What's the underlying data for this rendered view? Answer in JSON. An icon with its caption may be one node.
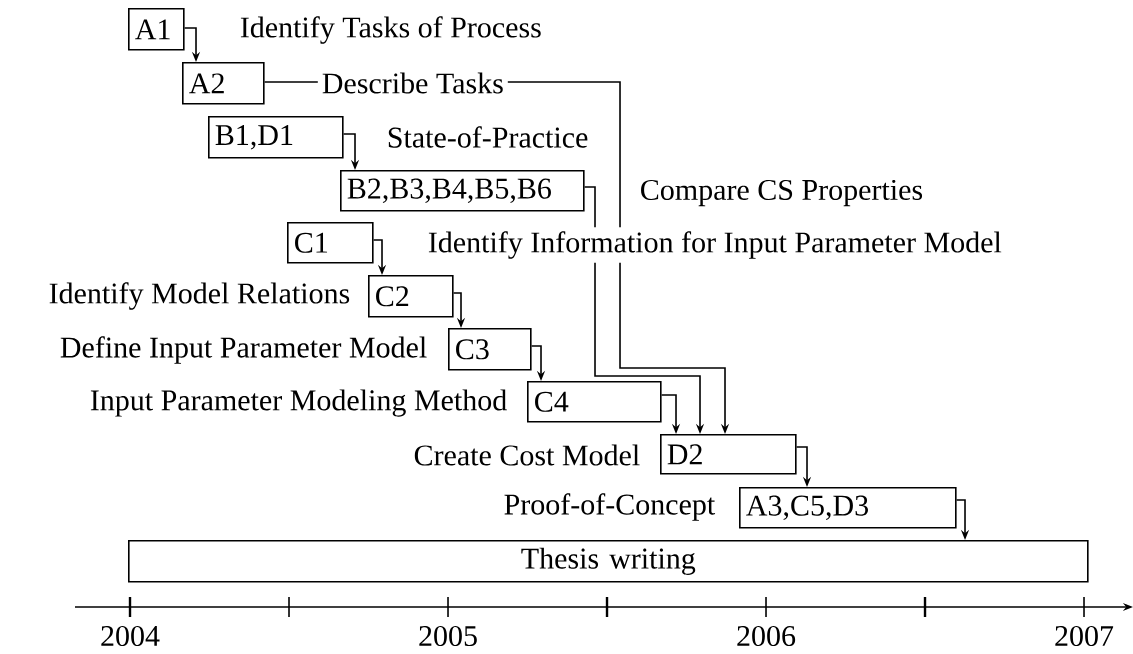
{
  "diagram": {
    "nodes": [
      {
        "text": [
          "A1"
        ]
      },
      {
        "text": [
          "A2"
        ]
      },
      {
        "text": [
          "B1,D1"
        ]
      },
      {
        "text": [
          "B2,B3,B4,B5,B6"
        ]
      },
      {
        "text": [
          "C1"
        ]
      },
      {
        "text": [
          "C2"
        ]
      },
      {
        "text": [
          "C3"
        ]
      },
      {
        "text": [
          "C4"
        ]
      },
      {
        "text": [
          "D2"
        ]
      },
      {
        "text": [
          "A3,C5,D3"
        ]
      },
      {
        "text": [
          "Thesis writing"
        ]
      }
    ],
    "edges": [
      {
        "from": 0,
        "to": 1,
        "arrow": "to"
      },
      {
        "from": 2,
        "to": 3,
        "arrow": "to"
      },
      {
        "from": 4,
        "to": 5,
        "arrow": "to"
      },
      {
        "from": 5,
        "to": 6,
        "arrow": "to"
      },
      {
        "from": 6,
        "to": 7,
        "arrow": "to"
      },
      {
        "from": 7,
        "to": 8,
        "arrow": "to"
      },
      {
        "from": 1,
        "to": 8,
        "arrow": "to"
      },
      {
        "from": 3,
        "to": 8,
        "arrow": "to"
      },
      {
        "from": 8,
        "to": 9,
        "arrow": "to"
      },
      {
        "from": 9,
        "to": 10,
        "arrow": "to"
      }
    ],
    "labels": [
      "Identify Tasks of Process",
      "Describe Tasks",
      "State-of-Practice",
      "Compare CS Properties",
      "Identify Information for Input Parameter Model",
      "Identify Model Relations",
      "Define Input Parameter Model",
      "Input Parameter Modeling Method",
      "Create Cost Model",
      "Proof-of-Concept",
      "2004",
      "2005",
      "2006",
      "2007"
    ]
  }
}
